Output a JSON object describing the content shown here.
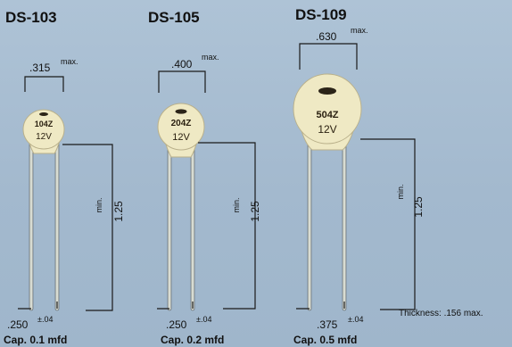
{
  "parts": [
    {
      "title": "DS-103",
      "width_dim": ".315",
      "width_note": "max.",
      "code": "104Z",
      "voltage": "12V",
      "lead_dim": "1.25",
      "lead_note": "min.",
      "spacing_dim": ".250",
      "spacing_tol": "±.04",
      "capacitance": "Cap. 0.1 mfd"
    },
    {
      "title": "DS-105",
      "width_dim": ".400",
      "width_note": "max.",
      "code": "204Z",
      "voltage": "12V",
      "lead_dim": "1.25",
      "lead_note": "min.",
      "spacing_dim": ".250",
      "spacing_tol": "±.04",
      "capacitance": "Cap. 0.2 mfd"
    },
    {
      "title": "DS-109",
      "width_dim": ".630",
      "width_note": "max.",
      "code": "504Z",
      "voltage": "12V",
      "lead_dim": "1.25",
      "lead_note": "min.",
      "spacing_dim": ".375",
      "spacing_tol": "±.04",
      "capacitance": "Cap. 0.5 mfd"
    }
  ],
  "thickness_note": "Thickness: .156 max.",
  "colors": {
    "background": "#a7bdd1",
    "capacitor_body": "#efe9c4",
    "lead": "#d8dcd2"
  },
  "icons": [
    "manufacturer-logo-icon"
  ]
}
